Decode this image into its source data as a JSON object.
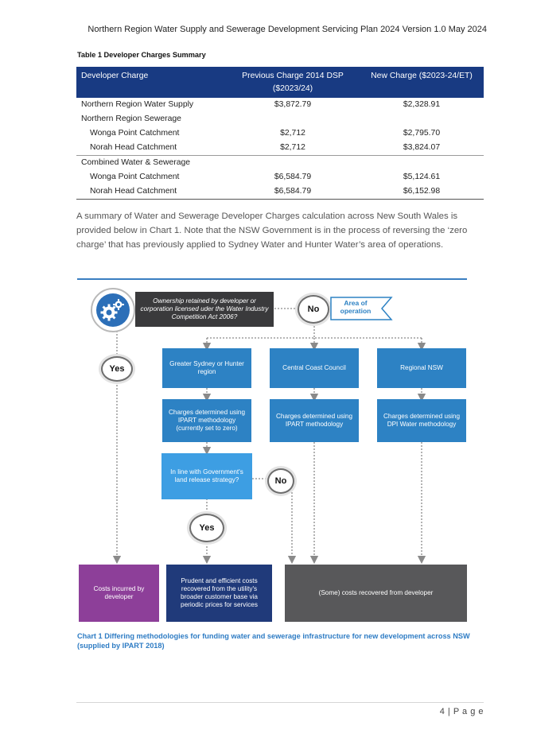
{
  "header": {
    "title": "Northern Region Water Supply and Sewerage Development Servicing Plan 2024 Version 1.0 May 2024"
  },
  "table_caption": "Table 1  Developer Charges Summary",
  "table": {
    "headers": [
      "Developer Charge",
      "Previous Charge 2014 DSP ($2023/24)",
      "New Charge ($2023-24/ET)"
    ],
    "header_prev_line1": "Previous Charge 2014 DSP",
    "header_prev_line2": "($2023/24)",
    "rows": [
      {
        "label": "Northern Region Water Supply",
        "previous": "$3,872.79",
        "new": "$2,328.91"
      },
      {
        "label": "Northern Region Sewerage",
        "previous": "",
        "new": ""
      },
      {
        "label": "Wonga Point Catchment",
        "previous": "$2,712",
        "new": "$2,795.70"
      },
      {
        "label": "Norah Head Catchment",
        "previous": "$2,712",
        "new": "$3,824.07"
      },
      {
        "label": "Combined Water & Sewerage",
        "previous": "",
        "new": ""
      },
      {
        "label": "Wonga Point Catchment",
        "previous": "$6,584.79",
        "new": "$5,124.61"
      },
      {
        "label": "Norah Head Catchment",
        "previous": "$6,584.79",
        "new": "$6,152.98"
      }
    ]
  },
  "paragraph": "A summary of Water and Sewerage Developer Charges calculation across New South Wales is provided below in Chart 1. Note that the NSW Government is in the process of reversing the ‘zero charge’ that has previously applied to Sydney Water and Hunter Water’s area of operations.",
  "flowchart": {
    "ownership_question": "Ownership retained by developer or corporation licensed uder the Water Industry Competition Act 2006?",
    "area_label": "Area of operation",
    "yes": "Yes",
    "no": "No",
    "greater_sydney": "Greater Sydney or Hunter region",
    "central_coast": "Central Coast Council",
    "regional": "Regional NSW",
    "ipart_zero": "Charges determined using IPART methodology (currently set to zero)",
    "ipart": "Charges determined using IPART methodology",
    "dpi": "Charges determined using DPI Water methodology",
    "land_release": "In line with Government's land release strategy?",
    "costs_developer": "Costs incurred by developer",
    "prudent": "Prudent and efficient costs recovered from the utility's broader customer base via periodic prices for services",
    "some_costs": "(Some) costs recovered from developer",
    "colors": {
      "dark": "#3a3a3c",
      "blue": "#2d82c4",
      "light_blue": "#3d9ee3",
      "navy": "#203a7a",
      "purple": "#8d3f99",
      "grey": "#58585a"
    }
  },
  "figure_caption": "Chart 1  Differing methodologies for funding water and sewerage infrastructure for new development across NSW (supplied by IPART 2018)",
  "footer": {
    "page": "4 | P a g e"
  }
}
